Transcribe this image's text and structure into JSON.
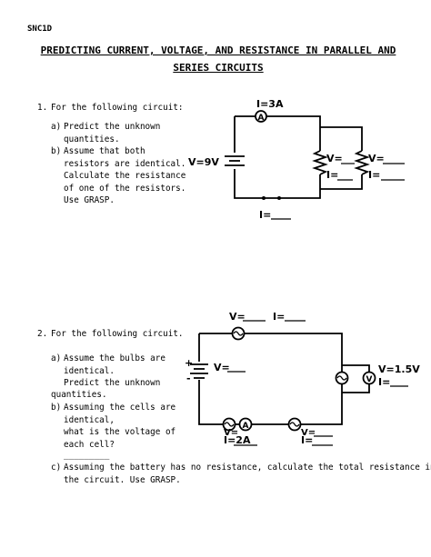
{
  "header": {
    "course": "SNC1D",
    "title_line1": "PREDICTING CURRENT, VOLTAGE, AND RESISTANCE IN PARALLEL AND",
    "title_line2": "SERIES CIRCUITS"
  },
  "question1": {
    "number": "1.",
    "prompt": "For the following circuit:",
    "part_a_letter": "a)",
    "part_a_line1": "Predict the unknown",
    "part_a_line2": "quantities.",
    "part_b_letter": "b)",
    "part_b_line1": "Assume that both",
    "part_b_line2": "resistors are identical.",
    "part_b_line3": "Calculate the resistance",
    "part_b_line4": "of one of the resistors.",
    "part_b_line5": "Use GRASP.",
    "diagram": {
      "current_total": "I=3A",
      "voltage_source": "V=9V",
      "r1_voltage": "V=",
      "r1_current": "I=",
      "r2_voltage": "V=",
      "r2_current": "I=",
      "bottom_current": "I=",
      "ammeter_symbol": "A"
    }
  },
  "question2": {
    "number": "2.",
    "prompt": "For the following circuit.",
    "part_a_letter": "a)",
    "part_a_line1": "Assume the bulbs are",
    "part_a_line2": "identical.",
    "part_a_line3": "Predict the unknown",
    "part_a_line4": "quantities.",
    "part_b_letter": "b)",
    "part_b_line1": "Assuming the cells are",
    "part_b_line2": "identical,",
    "part_b_line3": "what is the voltage of",
    "part_b_line4": "each cell?",
    "blank": "_________",
    "part_c_letter": "c)",
    "part_c_line1": "Assuming the battery has no resistance, calculate the total resistance in",
    "part_c_line2": "the circuit. Use GRASP.",
    "diagram": {
      "top_bulb_voltage": "V=",
      "top_bulb_current": "I=",
      "battery_voltage": "V=",
      "battery_plus": "+",
      "battery_minus": "-",
      "right_voltage": "V=1.5V",
      "right_current": "I=",
      "left_bottom_voltage": "V=",
      "left_bottom_current": "I=2A",
      "right_bottom_voltage": "V=",
      "right_bottom_current": "I=",
      "ammeter_symbol": "A",
      "voltmeter_symbol": "V"
    }
  }
}
